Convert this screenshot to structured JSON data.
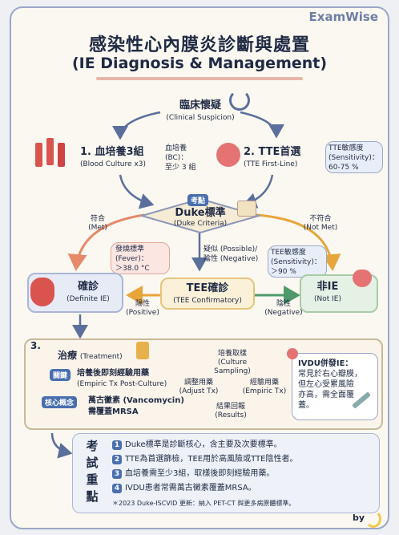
{
  "brand": "ExamWise",
  "title": {
    "zh": "感染性心內膜炎診斷與處置",
    "en": "(IE Diagnosis & Management)"
  },
  "suspicion": {
    "zh": "臨床懷疑",
    "en": "(Clinical Suspicion)"
  },
  "bc": {
    "title": "1. 血培養3組",
    "sub": "(Blood Culture x3)",
    "note1": "血培養",
    "note2": "(BC)：",
    "note3": "至少 3 組"
  },
  "tte": {
    "title": "2. TTE首選",
    "sub": "(TTE First-Line)",
    "sens1": "TTE敏感度",
    "sens2": "(Sensitivity)：",
    "sens3": "60-75 %"
  },
  "duke": {
    "badge": "考點",
    "title": "Duke標準",
    "sub": "(Duke Criteria)"
  },
  "met": {
    "zh": "符合",
    "en": "(Met)"
  },
  "notmet": {
    "zh": "不符合",
    "en": "(Not Met)"
  },
  "fever": {
    "l1": "發燒標準",
    "l2": "(Fever)：",
    "l3": "＞38.0 °C"
  },
  "possible": {
    "l1": "疑似 (Possible)/",
    "l2": "陰性 (Negative)"
  },
  "tee_sens": {
    "l1": "TEE敏感度",
    "l2": "(Sensitivity)：",
    "l3": "＞90 %"
  },
  "definite": {
    "zh": "確診",
    "en": "(Definite IE)"
  },
  "tee": {
    "zh": "TEE確診",
    "en": "(TEE Confirmatory)"
  },
  "notie": {
    "zh": "非IE",
    "en": "(Not IE)"
  },
  "positive": {
    "zh": "陽性",
    "en": "(Positive)"
  },
  "negative": {
    "zh": "陰性",
    "en": "(Negative)"
  },
  "treat": {
    "num": "3.",
    "title": "治療",
    "title_en": "(Treatment)",
    "key_tag": "關鍵",
    "key1": "培養後即刻經驗用藥",
    "key2": "(Empiric Tx Post-Culture)",
    "core_tag": "核心概念",
    "core1": "萬古黴素 (Vancomycin)",
    "core2": "需覆蓋MRSA",
    "cycle_culture1": "培養取樣",
    "cycle_culture2": "(Culture",
    "cycle_culture3": "Sampling)",
    "cycle_empiric1": "經驗用藥",
    "cycle_empiric2": "(Empiric Tx)",
    "cycle_results1": "結果回報",
    "cycle_results2": "(Results)",
    "cycle_adjust1": "調整用藥",
    "cycle_adjust2": "(Adjust Tx)",
    "ivdu1": "IVDU併發IE：",
    "ivdu2": "常見於右心瓣膜，",
    "ivdu3": "但左心受累風險",
    "ivdu4": "亦高，需全面覆",
    "ivdu5": "蓋。"
  },
  "exam": {
    "label": [
      "考",
      "試",
      "重",
      "點"
    ],
    "items": [
      {
        "n": "1",
        "text": "Duke標準是診斷核心，含主要及次要標準。"
      },
      {
        "n": "2",
        "text": "TTE為首選篩檢，TEE用於高風險或TTE陰性者。"
      },
      {
        "n": "3",
        "text": "血培養需至少3組，取樣後即刻經驗用藥。"
      },
      {
        "n": "4",
        "text": "IVDU患者常需萬古黴素覆蓋MRSA。"
      }
    ],
    "note": "＊2023 Duke-ISCVID 更新：納入 PET-CT 與更多病原體標準。"
  },
  "by": "by"
}
